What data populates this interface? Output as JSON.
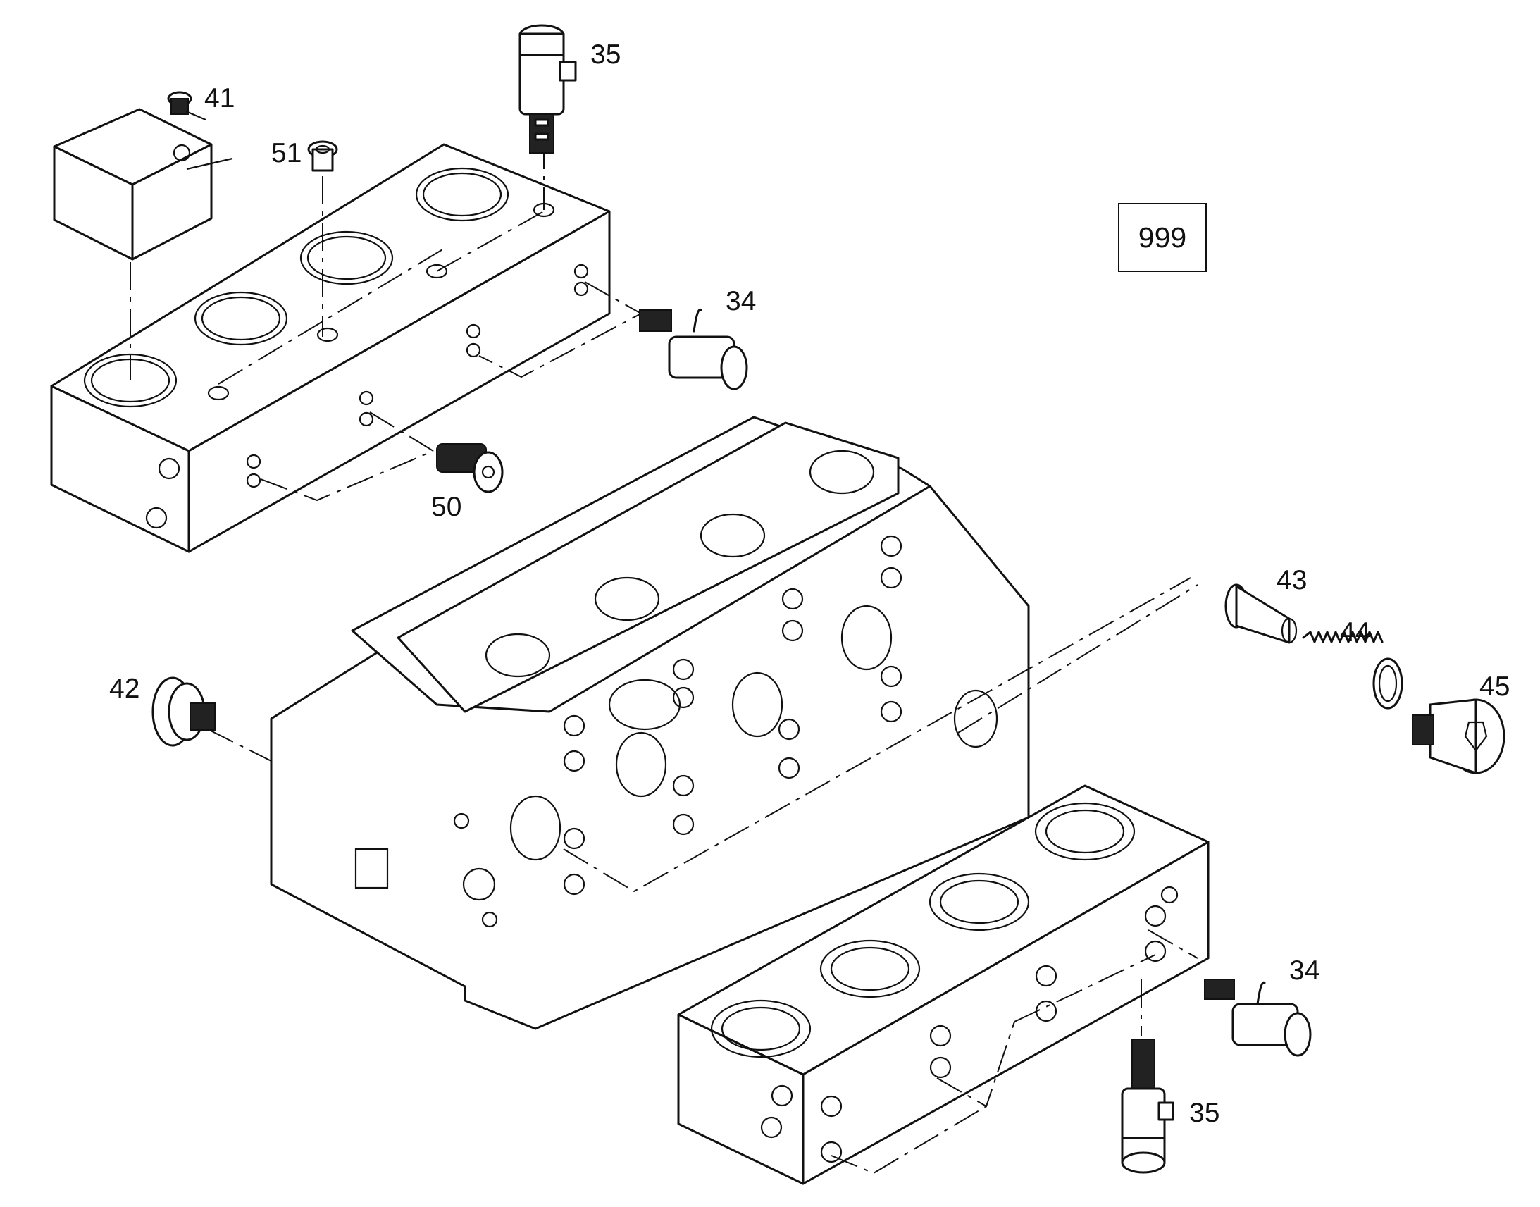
{
  "reference_box": "999",
  "callouts": {
    "c35_top": "35",
    "c41": "41",
    "c51": "51",
    "c34_top": "34",
    "c50": "50",
    "c43": "43",
    "c44": "44",
    "c45": "45",
    "c42": "42",
    "c34_bottom": "34",
    "c35_bottom": "35"
  }
}
